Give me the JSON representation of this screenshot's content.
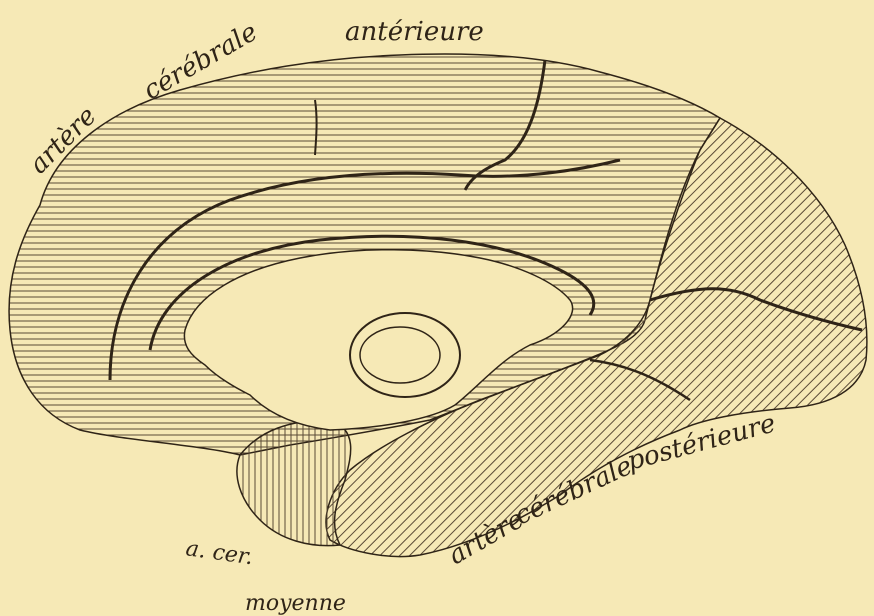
{
  "labels": {
    "anterior_1": "artère",
    "anterior_2": "cérébrale",
    "anterior_3": "antérieure",
    "posterior_1": "artère",
    "posterior_2": "cérébrale",
    "posterior_3": "postérieure",
    "middle_1": "a. cer.",
    "middle_2": "moyenne"
  },
  "colors": {
    "paper": "#f6e9b6",
    "ink": "#2f2417",
    "hatch": "#5a4a36"
  }
}
